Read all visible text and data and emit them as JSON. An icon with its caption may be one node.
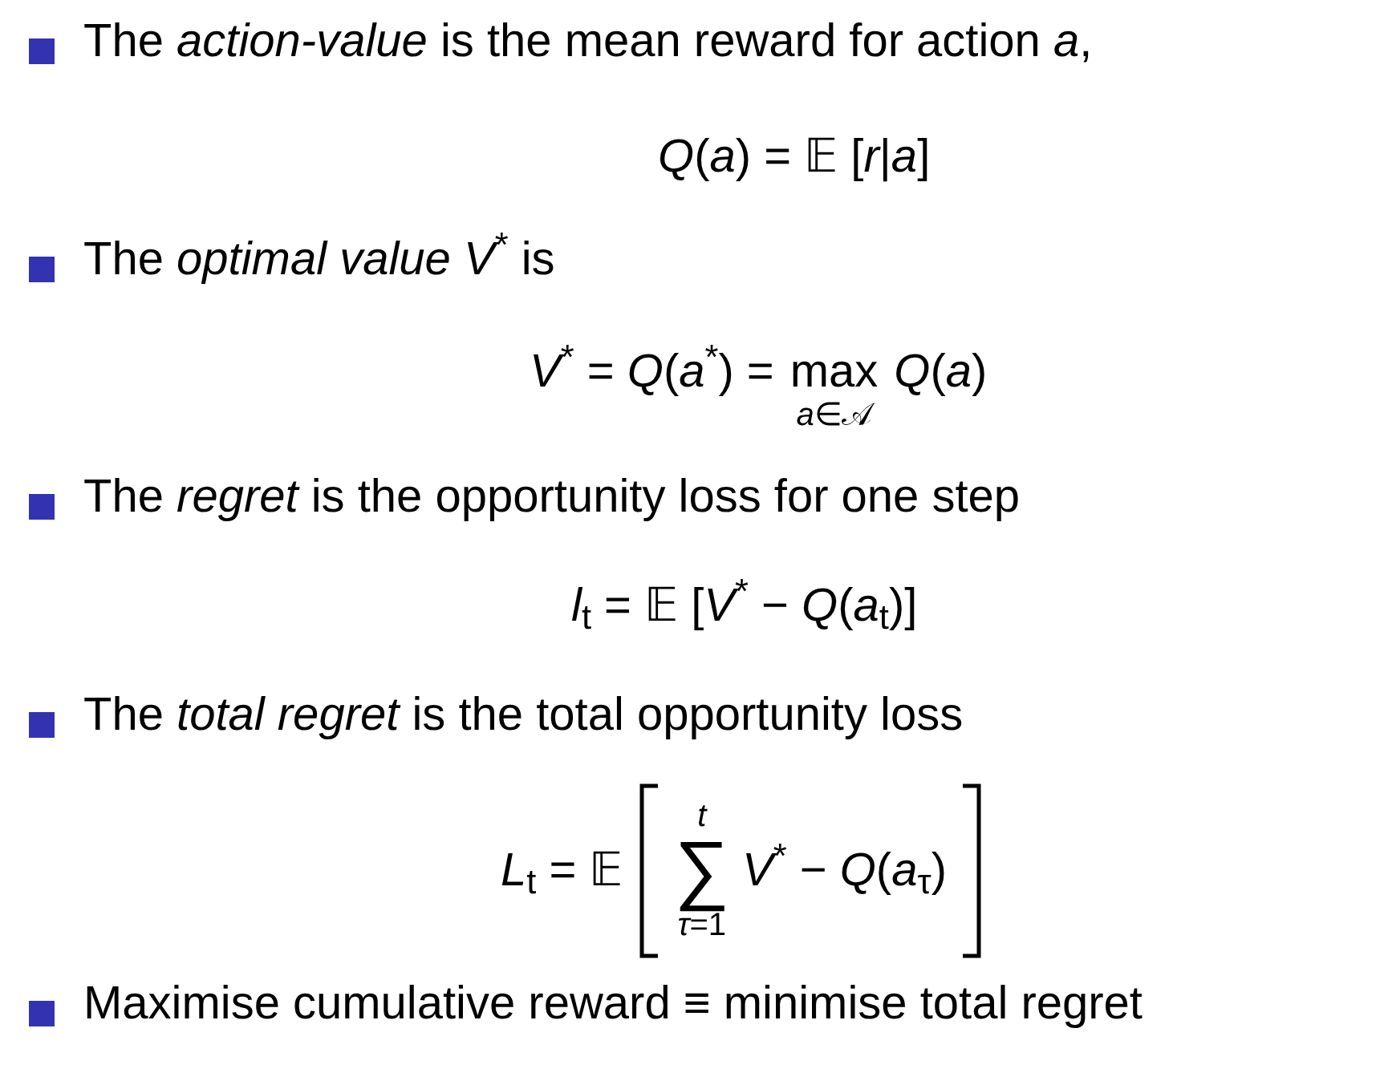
{
  "diagram": {
    "labels": [
      "The *action-value* is the mean reward for action *a*,",
      "*Q*(*a*) = 𝔼 [*r*|*a*]",
      "The *optimal value V*$^{*}$ is",
      "*V*$^{*}$ = *Q*(*a*$^{*}$) =",
      "max",
      "*a*∈𝒜",
      "*Q*(*a*)",
      "The *regret* is the opportunity loss for one step",
      "*l*$_{t}$ = 𝔼 [*V*$^{*}$ − *Q*(*a*$_{t}$)]",
      "The *total regret* is the total opportunity loss",
      "*L*$_{t}$ = 𝔼",
      "*t*",
      "∑",
      "*τ*=1",
      "*V*$^{*}$ − *Q*(*a*$_{τ}$)",
      "Maximise cumulative reward ≡ minimise total regret"
    ]
  }
}
